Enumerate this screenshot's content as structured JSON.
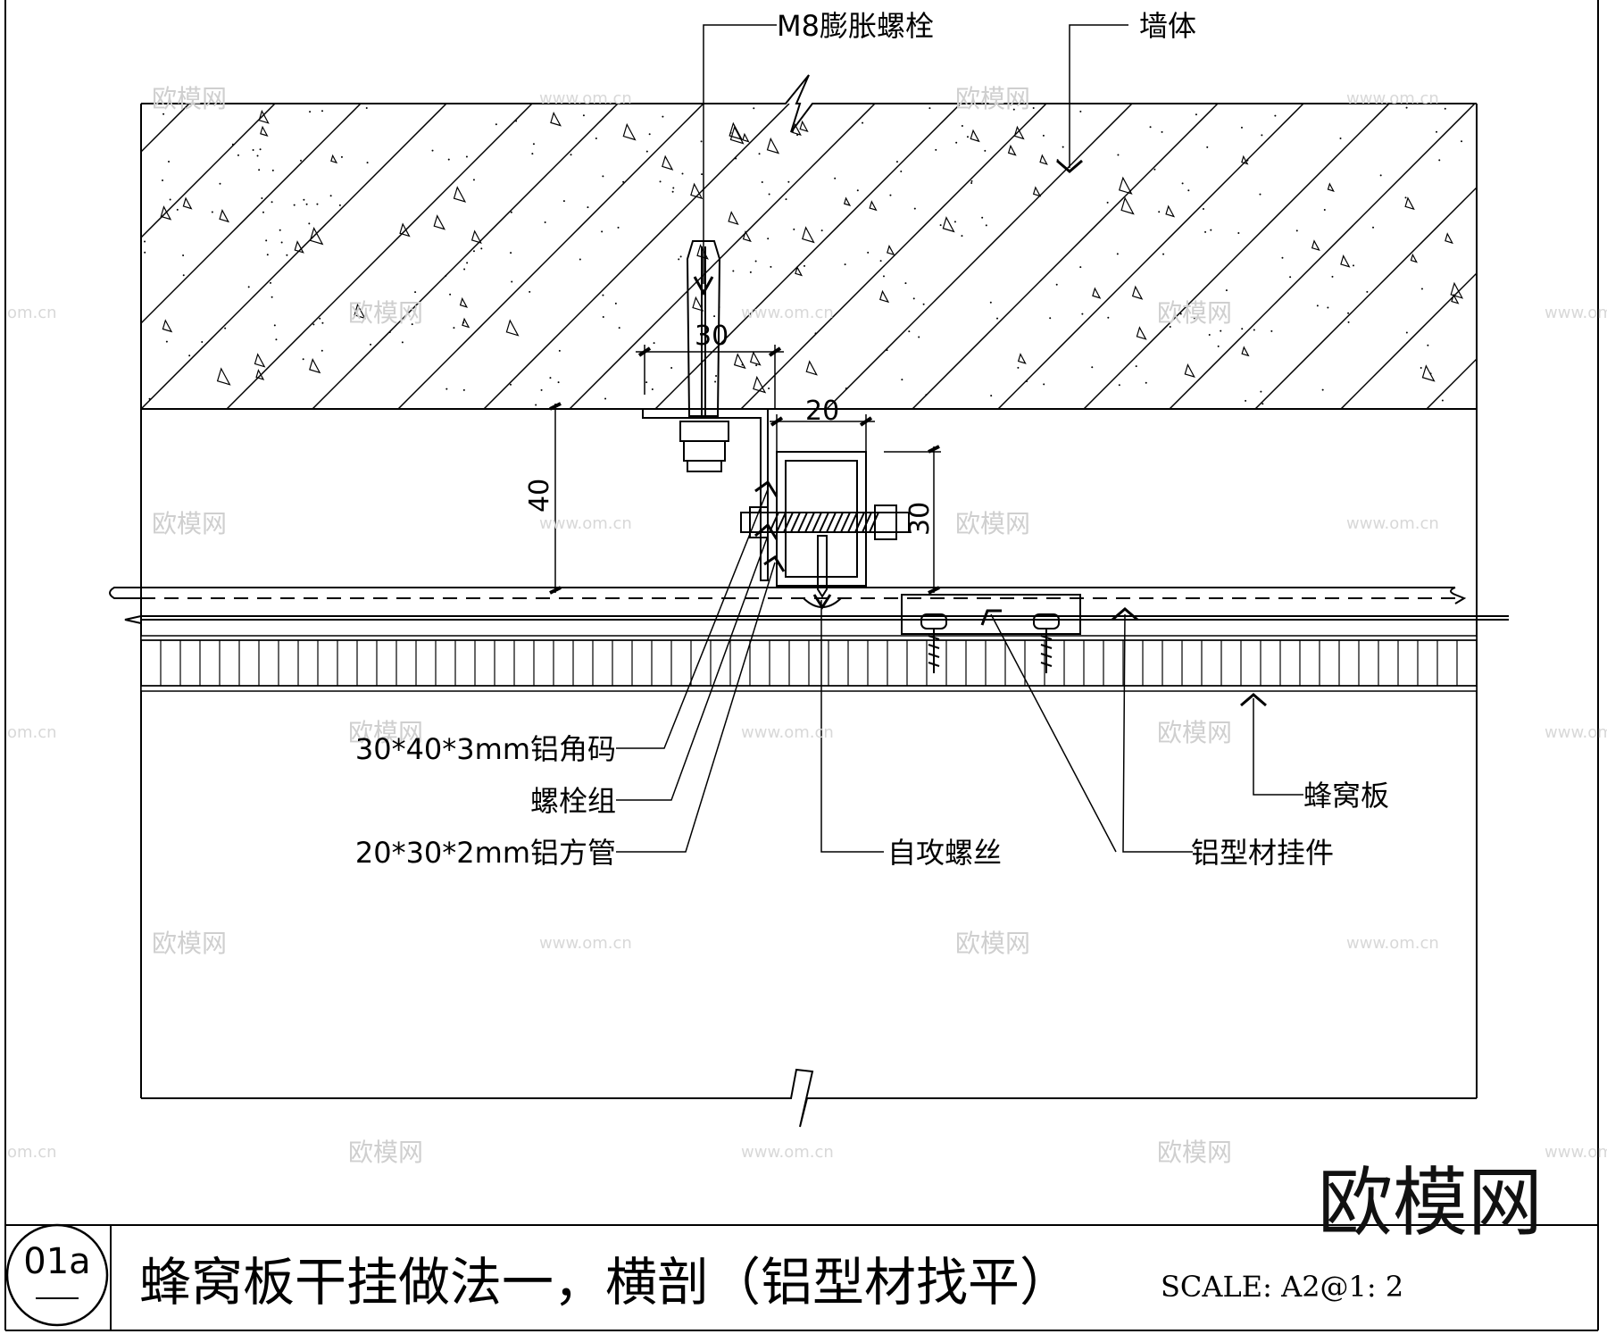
{
  "labels": {
    "anchor_bolt": "M8膨胀螺栓",
    "wall": "墙体",
    "angle_bracket": "30*40*3mm铝角码",
    "bolt_group": "螺栓组",
    "square_tube": "20*30*2mm铝方管",
    "self_tapping_screw": "自攻螺丝",
    "aluminum_hanger": "铝型材挂件",
    "honeycomb_panel": "蜂窝板"
  },
  "dimensions": {
    "d30_top": "30",
    "d20": "20",
    "d40": "40",
    "d30_side": "30"
  },
  "title_block": {
    "drawing_no": "01a",
    "title": "蜂窝板干挂做法一，横剖（铝型材找平）",
    "scale": "SCALE: A2@1: 2"
  },
  "watermark": {
    "brand": "欧模网",
    "url": "www.om.cn",
    "url_short": "om.cn"
  }
}
